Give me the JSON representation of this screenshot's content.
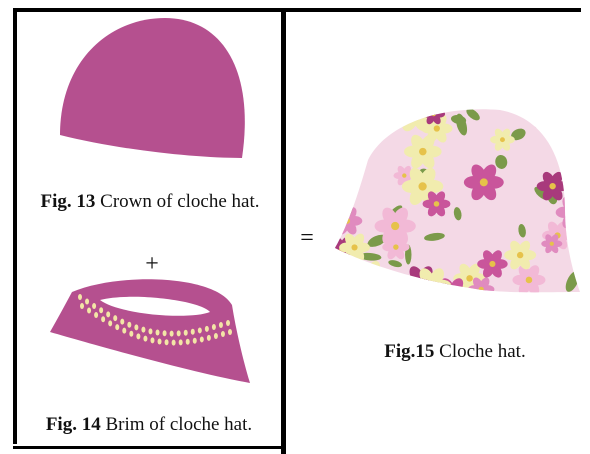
{
  "figures": {
    "crown": {
      "label": "Fig. 13",
      "text": "Crown of cloche hat."
    },
    "brim": {
      "label": "Fig. 14",
      "text": "Brim of cloche hat."
    },
    "hat": {
      "label": "Fig.15",
      "text": "Cloche hat."
    }
  },
  "symbols": {
    "plus": "+",
    "equals": "="
  },
  "colors": {
    "fabric": "#b5508f",
    "stitches": "#f3e6a6",
    "floral_pink": "#c9559b",
    "floral_cream": "#f1ecae",
    "floral_leaf": "#7b9a4a"
  }
}
